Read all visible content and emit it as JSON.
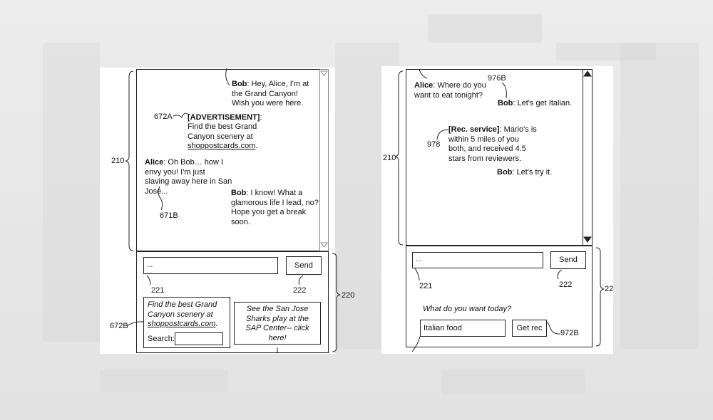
{
  "left": {
    "bob1": [
      "Bob: Hey, Alice, I'm at",
      "the Grand Canyon!",
      "Wish you were here."
    ],
    "bob1_name": "Bob",
    "bob1_line1": ": Hey, Alice, I'm at",
    "bob1_line2": "the Grand Canyon!",
    "bob1_line3": "Wish you were here.",
    "ad_ref": "672A",
    "ad_tag": "[ADVERTISEMENT]",
    "ad_colon": ":",
    "ad_line2": "Find the best Grand",
    "ad_line3": "Canyon scenery at",
    "ad_link": "shoppostcards.com",
    "ad_period": ".",
    "alice_name": "Alice",
    "alice_line1": ": Oh Bob… how I",
    "alice_line2": "envy you!  I'm just",
    "alice_line3": "slaving away here in San",
    "alice_line4": "Jose...",
    "ref_671b": "671B",
    "bob2_name": "Bob",
    "bob2_line1": ": I know!  What a",
    "bob2_line2": "glamorous life I lead, no?",
    "bob2_line3": "Hope you get a break",
    "bob2_line4": "soon.",
    "ref_210": "210",
    "input_value": "...",
    "send_label": "Send",
    "ref_221": "221",
    "ref_222": "222",
    "ref_220": "220",
    "ad_box_line1": "Find the best Grand",
    "ad_box_line2": "Canyon scenery at",
    "ad_box_link": "shoppostcards.com",
    "ad_box_period": ".",
    "search_label": "Search:",
    "ref_672b": "672B",
    "shark_line1": "See the San Jose",
    "shark_line2": "Sharks play at the",
    "shark_line3": "SAP Center-- click",
    "shark_line4": "here!"
  },
  "right": {
    "ref_976b": "976B",
    "alice_name": "Alice",
    "alice_line1": ": Where do you",
    "alice_line2": "want to eat tonight?",
    "bob1_name": "Bob",
    "bob1_text": ": Let's get Italian.",
    "rec_tag": "[Rec. service]",
    "rec_line1": ": Mario's is",
    "rec_line2": "within 5 miles of you",
    "rec_line3": "both, and received 4.5",
    "rec_line4": "stars from reviewers.",
    "ref_978": "978",
    "bob2_name": "Bob",
    "bob2_text": ": Let's try it.",
    "ref_210": "210",
    "input_value": "...",
    "send_label": "Send",
    "ref_221": "221",
    "ref_222": "222",
    "ref_22": "22",
    "question": "What do you want today?",
    "food_value": "Italian food",
    "getrec_label": "Get rec",
    "ref_972b": "972B"
  }
}
